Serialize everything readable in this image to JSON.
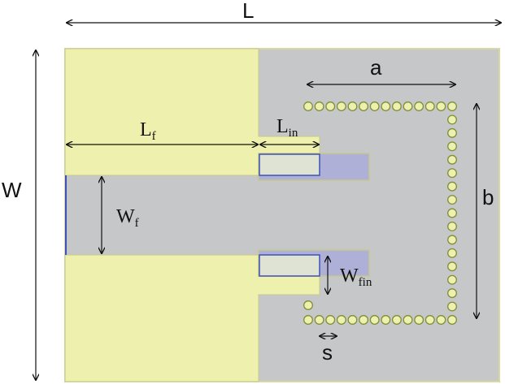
{
  "colors": {
    "substrate": "#c6c7c8",
    "metal": "#eef0ad",
    "metal_edge": "#c6c98a",
    "slot_fill": "#aeb0d8",
    "slot_edge": "#3f51b5",
    "via_fill": "#eef0ad",
    "via_edge": "#7f8e3a",
    "outline": "#d8d8a0"
  },
  "labels": {
    "L": "L",
    "W": "W",
    "Lf_main": "L",
    "Lf_sub": "f",
    "Lin_main": "L",
    "Lin_sub": "in",
    "Wf_main": "W",
    "Wf_sub": "f",
    "Wfin_main": "W",
    "Wfin_sub": "fin",
    "a": "a",
    "b": "b",
    "s": "s"
  },
  "vias": {
    "top_row_count": 14,
    "right_col_count": 17,
    "bottom_row_count": 14
  }
}
